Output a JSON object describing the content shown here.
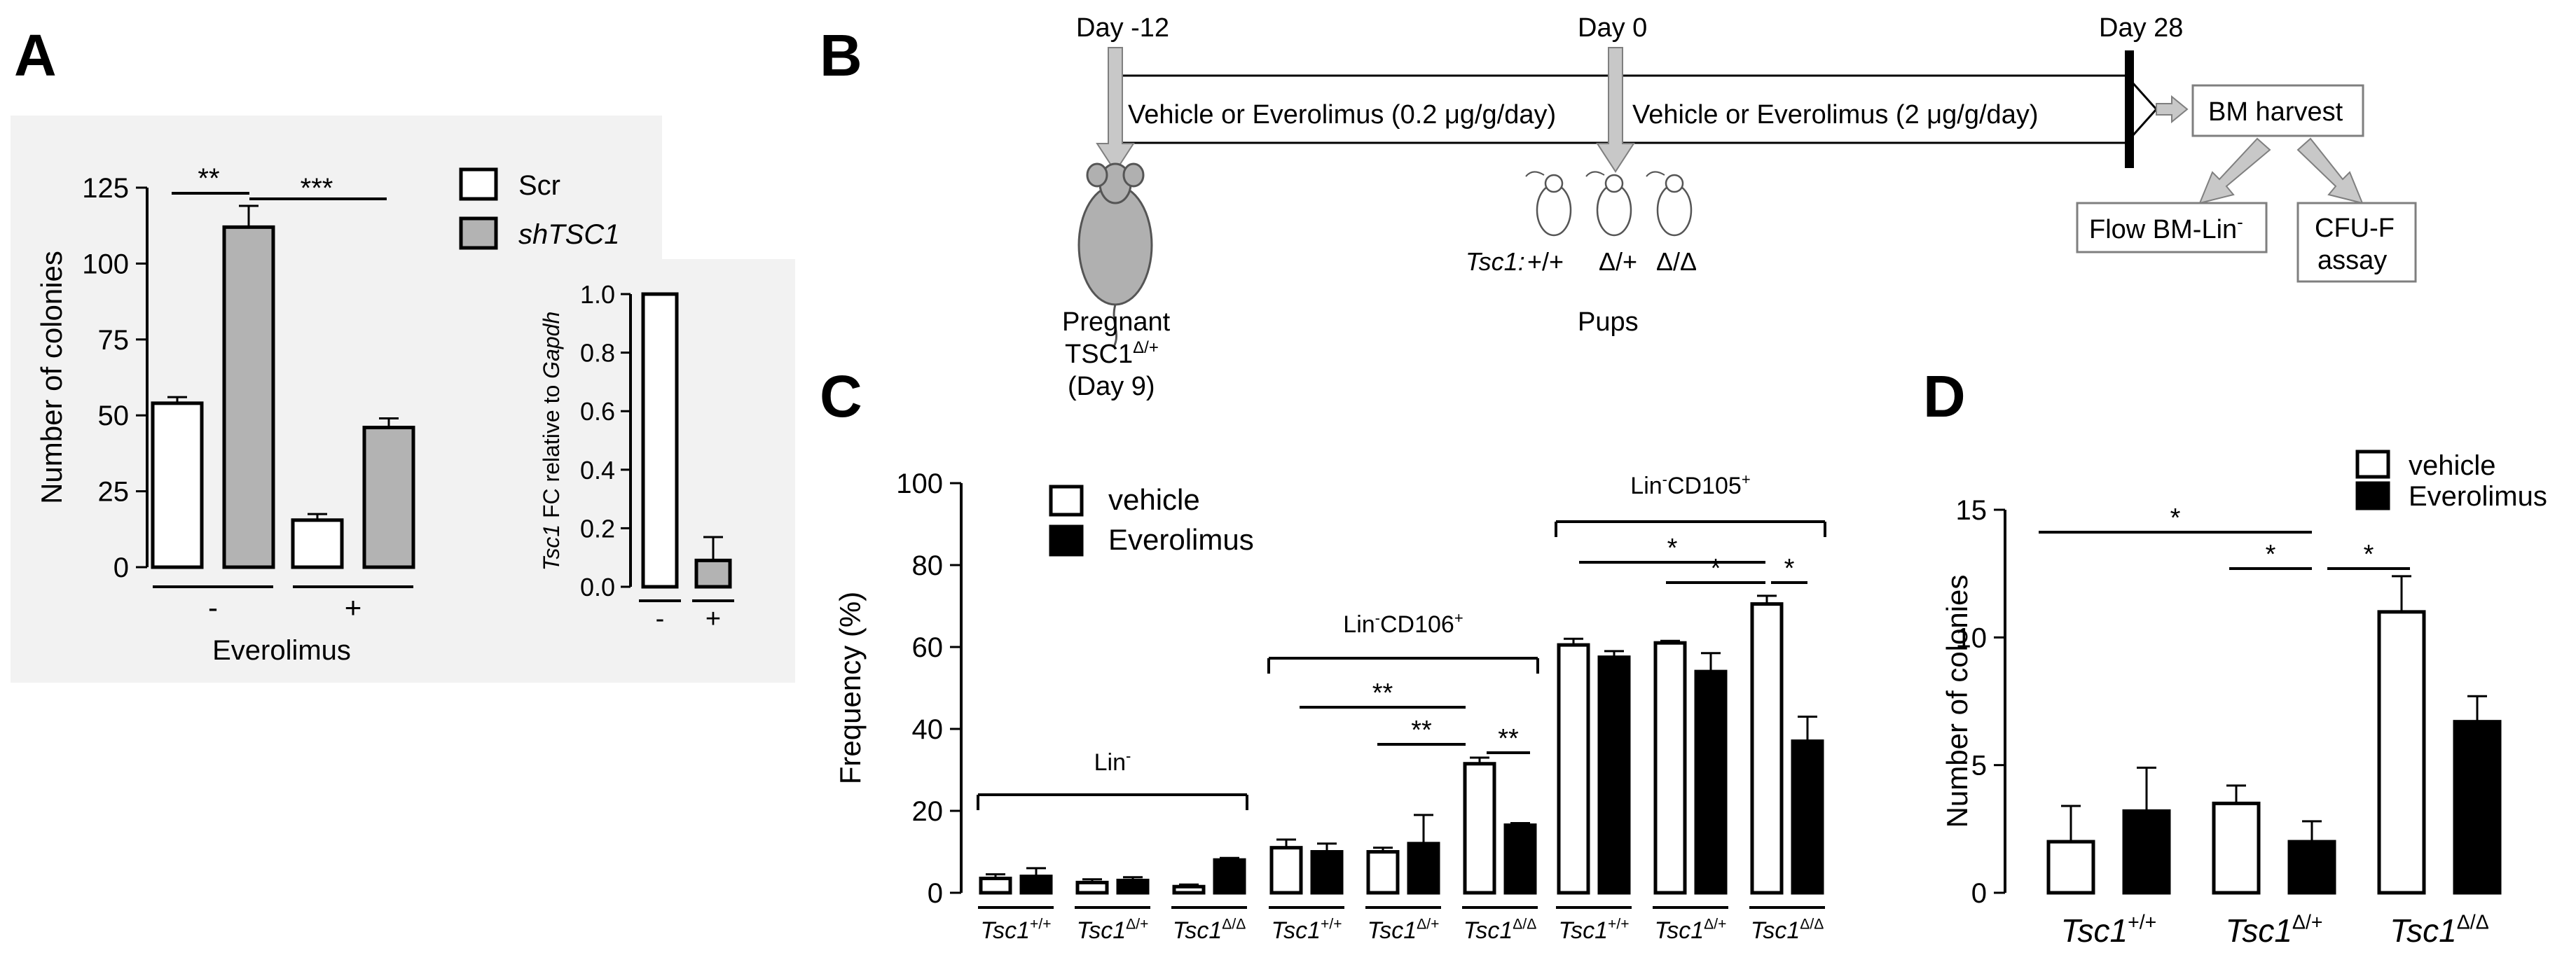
{
  "panels": {
    "A": "A",
    "B": "B",
    "C": "C",
    "D": "D"
  },
  "panel_a": {
    "legend": [
      "Scr",
      "shTSC1"
    ],
    "inset_ylabel_gene": "Tsc1",
    "inset_ylabel_rest": " FC relative to ",
    "inset_ylabel_ref": "Gapdh"
  },
  "panel_b": {
    "day_start": "Day -12",
    "day_zero": "Day 0",
    "day_end": "Day 28",
    "phase1": "Vehicle or Everolimus  (0.2 μg/g/day)",
    "phase2": "Vehicle or Everolimus  (2 μg/g/day)",
    "harvest": "BM harvest",
    "flow": "Flow BM-Lin",
    "flow_sup": "-",
    "cfu_line1": "CFU-F",
    "cfu_line2": "assay",
    "pregnant_line1": "Pregnant",
    "pregnant_line2_a": "TSC1",
    "pregnant_line2_sup": "Δ/+",
    "pregnant_line3": "(Day 9)",
    "pups": "Pups",
    "genotype_label": "Tsc1:",
    "genotypes": [
      "+/+",
      "Δ/+",
      "Δ/Δ"
    ]
  },
  "chart_data": [
    {
      "panel": "A",
      "type": "bar",
      "ylabel": "Number of colonies",
      "xlabel": "Everolimus",
      "categories": [
        "-",
        "+"
      ],
      "ylim": [
        0,
        125
      ],
      "yticks": [
        0,
        25,
        50,
        75,
        100,
        125
      ],
      "series": [
        {
          "name": "Scr",
          "values": [
            54,
            15.5
          ],
          "errors": [
            2,
            2
          ],
          "color": "#ffffff"
        },
        {
          "name": "shTSC1",
          "values": [
            112,
            46
          ],
          "errors": [
            7,
            3
          ],
          "color": "#b3b3b3"
        }
      ],
      "significance": [
        {
          "label": "**",
          "between": [
            "Scr -",
            "shTSC1 -"
          ]
        },
        {
          "label": "***",
          "between": [
            "shTSC1 -",
            "shTSC1 +"
          ]
        }
      ]
    },
    {
      "panel": "A-inset",
      "type": "bar",
      "ylabel": "Tsc1 FC relative to Gapdh",
      "categories": [
        "-",
        "+"
      ],
      "ylim": [
        0,
        1.0
      ],
      "yticks": [
        "0.0",
        "0.2",
        "0.4",
        "0.6",
        "0.8",
        "1.0"
      ],
      "values": [
        1.0,
        0.09
      ],
      "errors": [
        0,
        0.08
      ],
      "colors": [
        "#ffffff",
        "#b3b3b3"
      ]
    },
    {
      "panel": "C",
      "type": "bar",
      "ylabel": "Frequency (%)",
      "ylim": [
        0,
        100
      ],
      "yticks": [
        0,
        20,
        40,
        60,
        80,
        100
      ],
      "legend": [
        "vehicle",
        "Everolimus"
      ],
      "group_labels": [
        "Lin",
        "Lin",
        "Lin"
      ],
      "group_label_sups": [
        "-",
        "-",
        "-"
      ],
      "group_label_suffix": [
        "",
        "CD106",
        "CD105"
      ],
      "group_label_suffix_sups": [
        "",
        "+",
        "+"
      ],
      "genotype_prefix": "Tsc1",
      "genotypes": [
        "+/+",
        "Δ/+",
        "Δ/Δ"
      ],
      "groups": [
        {
          "vehicle": [
            3.5,
            2.5,
            1.5
          ],
          "vehicle_err": [
            1,
            0.8,
            0.5
          ],
          "everolimus": [
            4,
            3,
            8
          ],
          "everolimus_err": [
            2,
            0.8,
            0.5
          ]
        },
        {
          "vehicle": [
            11,
            10,
            31.5
          ],
          "vehicle_err": [
            2,
            1,
            1.5
          ],
          "everolimus": [
            10,
            12,
            16.5
          ],
          "everolimus_err": [
            2,
            7,
            0.5
          ]
        },
        {
          "vehicle": [
            60.5,
            61,
            70.5
          ],
          "vehicle_err": [
            1.5,
            0.5,
            2
          ],
          "everolimus": [
            57.5,
            54,
            37
          ],
          "everolimus_err": [
            1.5,
            4.5,
            6
          ]
        }
      ],
      "significance": [
        "**",
        "**",
        "**",
        "*",
        "*",
        "*"
      ]
    },
    {
      "panel": "D",
      "type": "bar",
      "ylabel": "Number of colonies",
      "ylim": [
        0,
        15
      ],
      "yticks": [
        0,
        5,
        10,
        15
      ],
      "legend": [
        "vehicle",
        "Everolimus"
      ],
      "genotype_prefix": "Tsc1",
      "categories": [
        "+/+",
        "Δ/+",
        "Δ/Δ"
      ],
      "series": [
        {
          "name": "vehicle",
          "values": [
            2,
            3.5,
            11
          ],
          "errors": [
            1.4,
            0.7,
            1.4
          ],
          "color": "#ffffff"
        },
        {
          "name": "Everolimus",
          "values": [
            3.2,
            2,
            6.7
          ],
          "errors": [
            1.7,
            0.8,
            1
          ],
          "color": "#000000"
        }
      ],
      "significance": [
        "*",
        "*",
        "*"
      ]
    }
  ]
}
